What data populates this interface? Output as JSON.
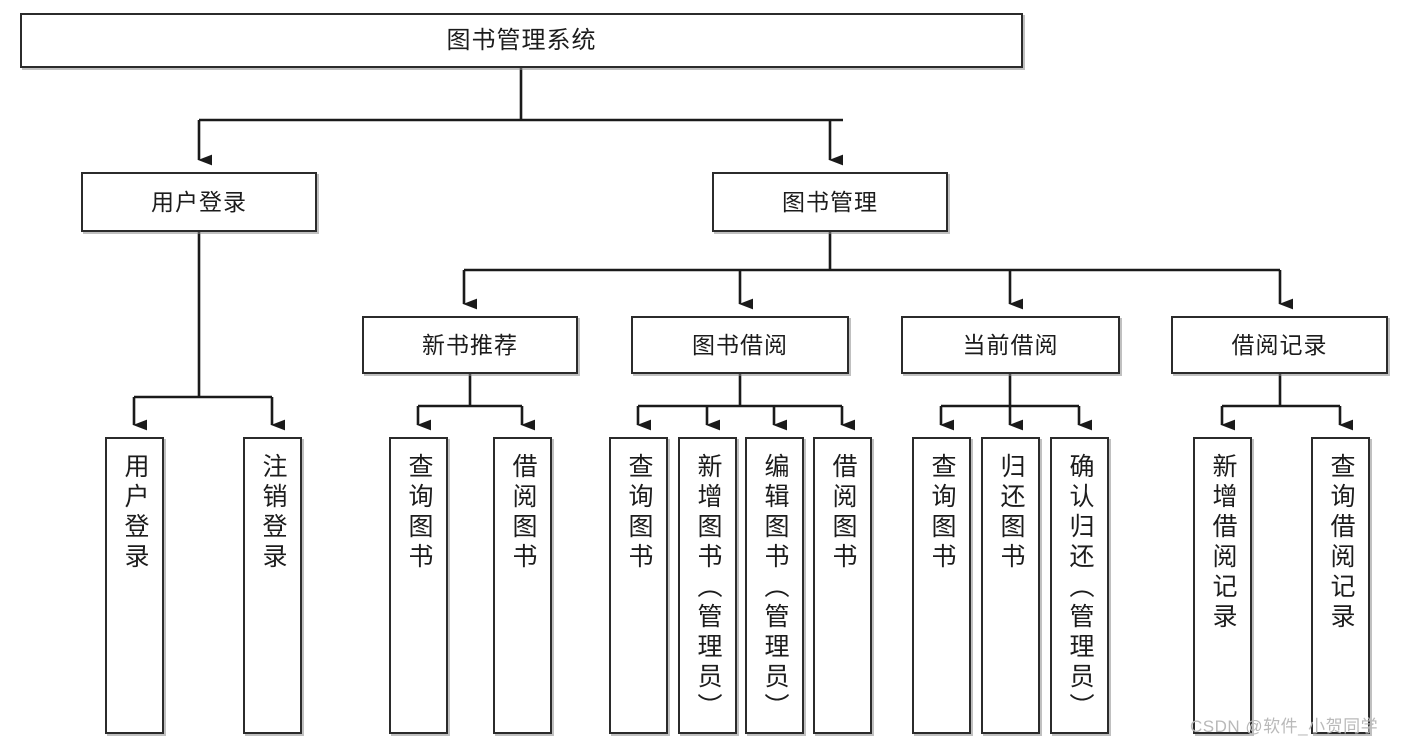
{
  "diagram": {
    "type": "tree",
    "title": "图书管理系统",
    "orientation": "top-down",
    "colors": {
      "background": "#ffffff",
      "box_border": "#2b2b2b",
      "box_fill": "#ffffff",
      "connector": "#1a1a1a",
      "text": "#1c1c1c",
      "watermark": "#b9b9b9"
    },
    "root": {
      "id": "root",
      "label": "图书管理系统"
    },
    "level2": [
      {
        "id": "user-login",
        "label": "用户登录"
      },
      {
        "id": "book-manage",
        "label": "图书管理"
      }
    ],
    "level3": [
      {
        "id": "new-book-rec",
        "label": "新书推荐",
        "parent": "book-manage"
      },
      {
        "id": "book-borrow",
        "label": "图书借阅",
        "parent": "book-manage"
      },
      {
        "id": "current-borrow",
        "label": "当前借阅",
        "parent": "book-manage"
      },
      {
        "id": "borrow-record",
        "label": "借阅记录",
        "parent": "book-manage"
      }
    ],
    "leaves": {
      "user-login": [
        {
          "id": "leaf-user-login",
          "label": "用户登录"
        },
        {
          "id": "leaf-logout",
          "label": "注销登录"
        }
      ],
      "new-book-rec": [
        {
          "id": "leaf-query-book-1",
          "label": "查询图书"
        },
        {
          "id": "leaf-borrow-book-1",
          "label": "借阅图书"
        }
      ],
      "book-borrow": [
        {
          "id": "leaf-query-book-2",
          "label": "查询图书"
        },
        {
          "id": "leaf-add-book",
          "label": "新增图书（管理员）"
        },
        {
          "id": "leaf-edit-book",
          "label": "编辑图书（管理员）"
        },
        {
          "id": "leaf-borrow-book-2",
          "label": "借阅图书"
        }
      ],
      "current-borrow": [
        {
          "id": "leaf-query-book-3",
          "label": "查询图书"
        },
        {
          "id": "leaf-return-book",
          "label": "归还图书"
        },
        {
          "id": "leaf-confirm-return",
          "label": "确认归还（管理员）"
        }
      ],
      "borrow-record": [
        {
          "id": "leaf-add-record",
          "label": "新增借阅记录"
        },
        {
          "id": "leaf-query-record",
          "label": "查询借阅记录"
        }
      ]
    }
  },
  "watermark": {
    "text": "CSDN @软件_小贺同学"
  }
}
